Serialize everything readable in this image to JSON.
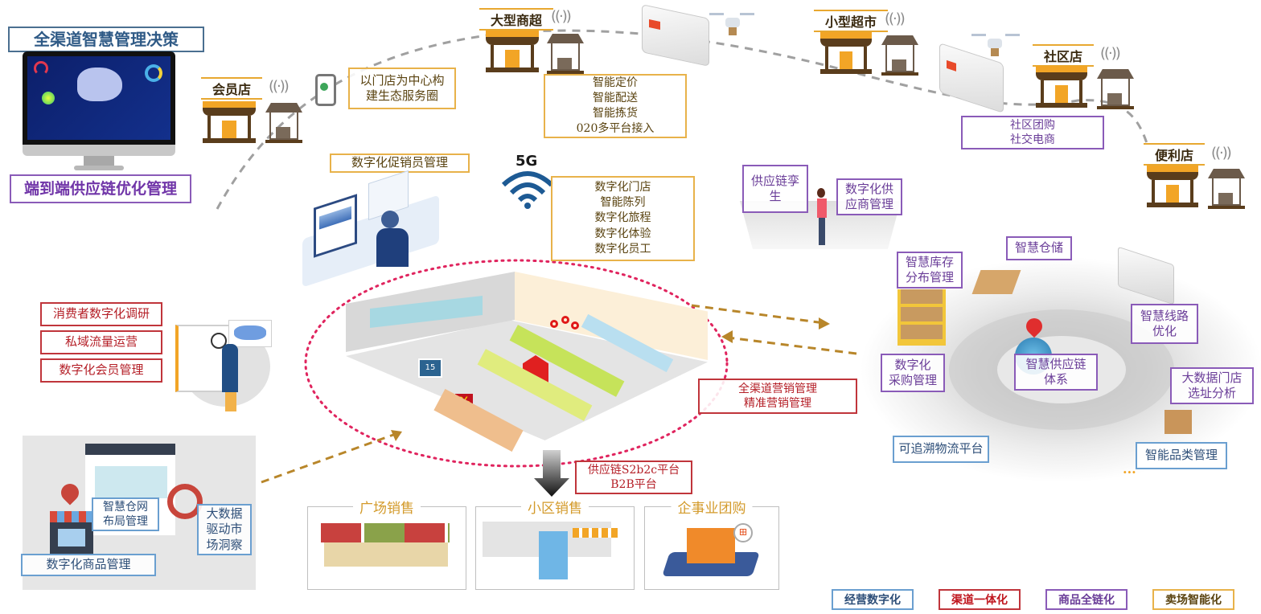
{
  "top_left": {
    "decision_title": "全渠道智慧管理决策",
    "supply_chain_title": "端到端供应链优化管理"
  },
  "stores": [
    {
      "name": "会员店"
    },
    {
      "name": "大型商超"
    },
    {
      "name": "小型超市"
    },
    {
      "name": "社区店"
    },
    {
      "name": "便利店"
    }
  ],
  "ecosystem_label": "以门店为中心构\n建生态服务圈",
  "hypermarket_features": "智能定价\n智能配送\n智能拣货\n020多平台接入",
  "community_features": "社区团购\n社交电商",
  "promoter_label": "数字化促销员管理",
  "network_badge": "5G",
  "store_digital_features": "数字化门店\n智能陈列\n数字化旅程\n数字化体验\n数字化员工",
  "consumer_labels": [
    "消费者数字化调研",
    "私域流量运营",
    "数字化会员管理"
  ],
  "product_mgmt": {
    "warehouse_layout": "智慧仓网\n布局管理",
    "big_data_insight": "大数据\n驱动市\n场洞察",
    "digital_product": "数字化商品管理"
  },
  "marketing_labels": "全渠道营销管理\n精准营销管理",
  "platform_labels": "供应链S2b2c平台\nB2B平台",
  "sales_channels": [
    {
      "title": "广场销售"
    },
    {
      "title": "小区销售"
    },
    {
      "title": "企事业团购"
    }
  ],
  "supply_chain": {
    "twin": "供应链孪\n生",
    "supplier_mgmt": "数字化供\n应商管理",
    "inventory": "智慧库存\n分布管理",
    "warehousing": "智慧仓储",
    "route": "智慧线路\n优化",
    "procurement": "数字化\n采购管理",
    "system": "智慧供应链\n体系",
    "site_selection": "大数据门店\n选址分析",
    "traceable": "可追溯物流平台",
    "category": "智能品类管理",
    "ellipsis": "..."
  },
  "legend": [
    {
      "label": "经营数字化",
      "color": "#6a9fd0",
      "text_color": "#2d4e78"
    },
    {
      "label": "渠道一体化",
      "color": "#c0353b",
      "text_color": "#c0161e"
    },
    {
      "label": "商品全链化",
      "color": "#8a5bb8",
      "text_color": "#6a3d98"
    },
    {
      "label": "卖场智能化",
      "color": "#e8b24a",
      "text_color": "#5a4310"
    }
  ]
}
